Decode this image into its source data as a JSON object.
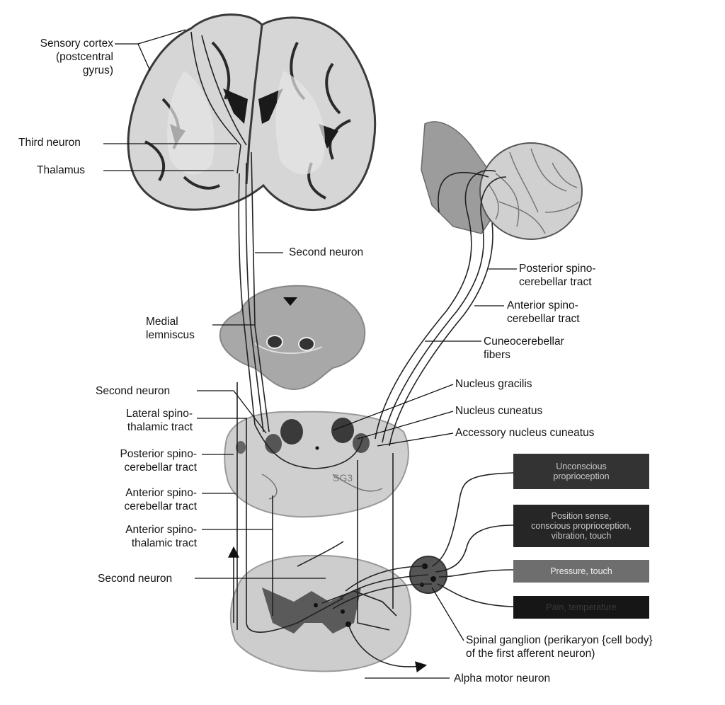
{
  "labels": {
    "sensory_cortex": [
      "Sensory cortex",
      "(postcentral",
      "gyrus)"
    ],
    "third_neuron": "Third neuron",
    "thalamus": "Thalamus",
    "second_neuron_top": "Second neuron",
    "medial_lemniscus": [
      "Medial",
      "lemniscus"
    ],
    "second_neuron_mid": "Second neuron",
    "lateral_spinothalamic": [
      "Lateral spino-",
      "thalamic tract"
    ],
    "posterior_spinocerebellar_left": [
      "Posterior spino-",
      "cerebellar tract"
    ],
    "anterior_spinocerebellar_left": [
      "Anterior spino-",
      "cerebellar tract"
    ],
    "anterior_spinothalamic": [
      "Anterior spino-",
      "thalamic tract"
    ],
    "second_neuron_bottom": "Second neuron",
    "posterior_spinocerebellar_right": [
      "Posterior spino-",
      "cerebellar tract"
    ],
    "anterior_spinocerebellar_right": [
      "Anterior spino-",
      "cerebellar tract"
    ],
    "cuneocerebellar": [
      "Cuneocerebellar",
      "fibers"
    ],
    "nucleus_gracilis": "Nucleus gracilis",
    "nucleus_cuneatus": "Nucleus cuneatus",
    "accessory_nucleus_cuneatus": "Accessory nucleus cuneatus",
    "spinal_ganglion": [
      "Spinal ganglion (perikaryon {cell body}",
      "of the first afferent neuron)"
    ],
    "alpha_motor_neuron": "Alpha motor neuron"
  },
  "modality_boxes": [
    {
      "lines": [
        "Unconscious",
        "proprioception"
      ],
      "color": "#333333"
    },
    {
      "lines": [
        "Position sense,",
        "conscious proprioception,",
        "vibration, touch"
      ],
      "color": "#262626"
    },
    {
      "lines": [
        "Pressure, touch"
      ],
      "color": "#6e6e6e"
    },
    {
      "lines": [
        "Pain, temperature"
      ],
      "color": "#161616"
    }
  ],
  "colors": {
    "tissue_light": "#d9d9d9",
    "tissue_mid": "#a8a8a8",
    "tissue_dark": "#3a3a3a",
    "tract_line": "#222222"
  }
}
